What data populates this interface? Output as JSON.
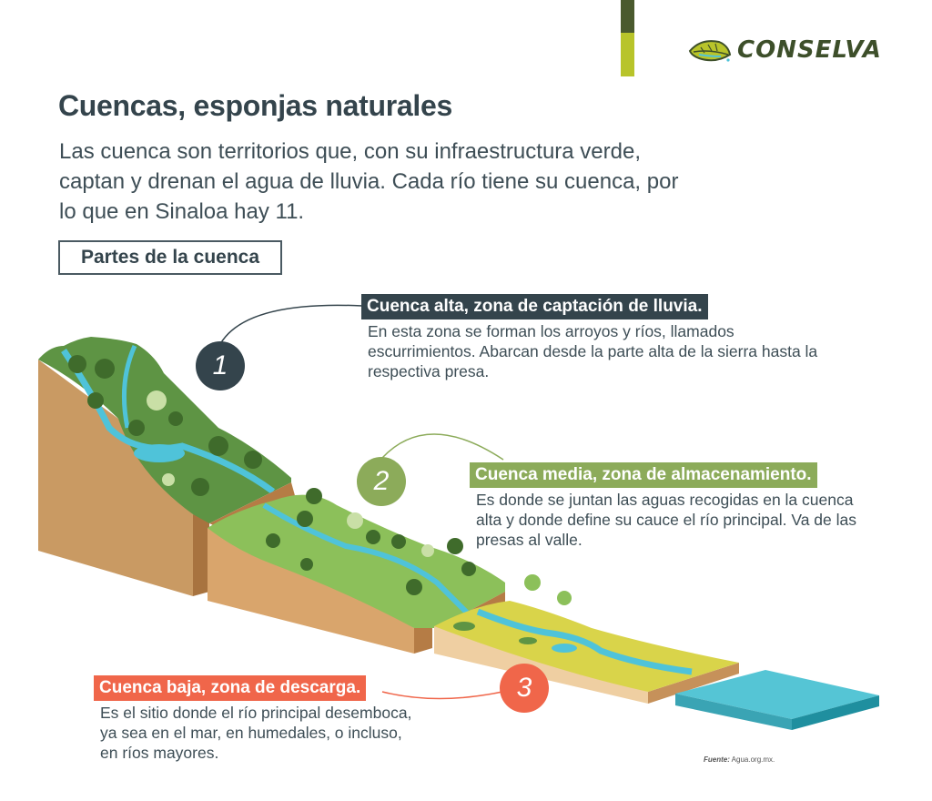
{
  "brand": {
    "name": "CONSELVA",
    "logo_icon": "leaf-icon",
    "colors": {
      "dark": "#34444c",
      "olive_dark": "#4a5a2e",
      "lime": "#b8c42a",
      "green": "#8cab5a",
      "coral": "#f0664a",
      "water": "#4fc3d9"
    }
  },
  "header": {
    "title": "Cuencas, esponjas naturales",
    "intro": "Las cuenca son territorios que, con su infraestructura verde, captan y drenan el agua de lluvia. Cada río tiene su cuenca, por lo que en Sinaloa hay 11."
  },
  "section_label": "Partes de la cuenca",
  "zones": [
    {
      "number": "1",
      "title": "Cuenca alta, zona de captación de lluvia.",
      "description": "En esta zona se forman los arroyos y ríos, llamados escurrimientos. Abarcan desde la parte alta de la sierra hasta la respectiva presa."
    },
    {
      "number": "2",
      "title": "Cuenca media, zona de almacenamiento.",
      "description": "Es donde se juntan las aguas recogidas en la cuenca alta y donde define su cauce el río principal. Va de las presas al valle."
    },
    {
      "number": "3",
      "title": "Cuenca baja, zona de descarga.",
      "description": "Es el sitio donde el río principal desemboca, ya sea en el mar, en humedales, o incluso, en ríos mayores."
    }
  ],
  "source": {
    "label": "Fuente:",
    "value": "Agua.org.mx."
  }
}
